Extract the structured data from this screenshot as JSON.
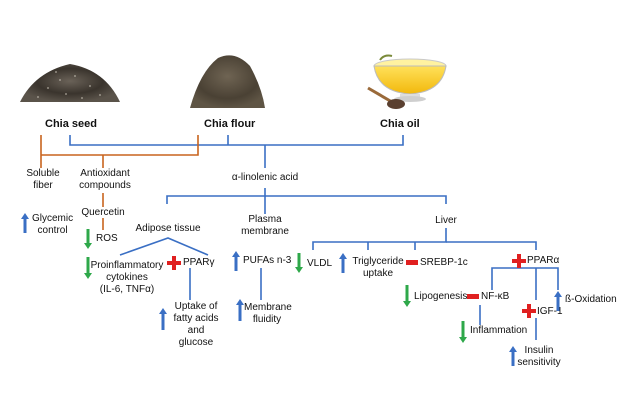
{
  "sources": {
    "seed": "Chia seed",
    "flour": "Chia flour",
    "oil": "Chia oil"
  },
  "left": {
    "soluble_fiber": [
      "Soluble",
      "fiber"
    ],
    "glycemic_control": [
      "Glycemic",
      "control"
    ],
    "antioxidant": [
      "Antioxidant",
      "compounds"
    ],
    "quercetin": "Quercetin",
    "ros": "ROS"
  },
  "ala": "α-linolenic acid",
  "adipose": {
    "title": "Adipose tissue",
    "cytokines": [
      "Proinflammatory",
      "cytokines",
      "(IL-6, TNFα)"
    ],
    "ppar_gamma": "PPARγ",
    "uptake": [
      "Uptake of",
      "fatty acids",
      "and",
      "glucose"
    ]
  },
  "membrane": {
    "title": [
      "Plasma",
      "membrane"
    ],
    "pufas": "PUFAs n-3",
    "fluidity": [
      "Membrane",
      "fluidity"
    ]
  },
  "liver": {
    "title": "Liver",
    "vldl": "VLDL",
    "triglyceride": [
      "Triglyceride",
      "uptake"
    ],
    "srebp": "SREBP-1c",
    "lipogenesis": "Lipogenesis",
    "ppar_alpha": "PPARα",
    "nfkb": "NF-κB",
    "inflammation": "Inflammation",
    "igf": "IGF-1",
    "insulin": [
      "Insulin",
      "sensitivity"
    ],
    "beta_ox": "ß-Oxidation"
  },
  "colors": {
    "blue_line": "#3a6fc4",
    "orange_line": "#c8641e",
    "up_arrow": "#3a6fc4",
    "down_arrow": "#2ea84a",
    "inhibit": "#e02020"
  }
}
